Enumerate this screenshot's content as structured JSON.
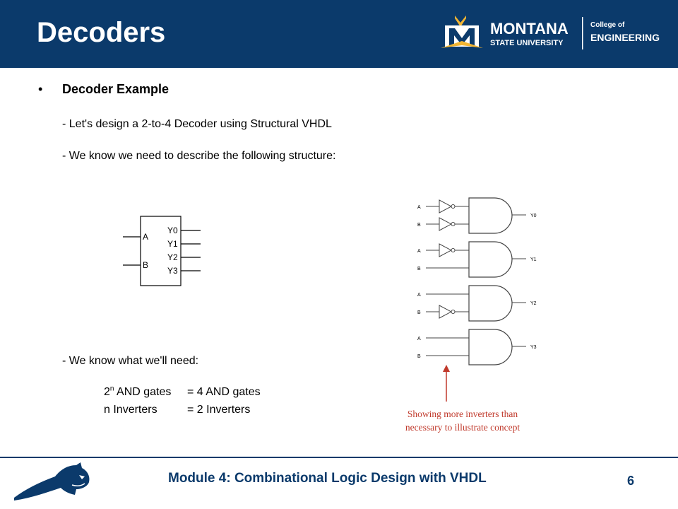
{
  "header": {
    "title": "Decoders",
    "logo": {
      "university_line1": "MONTANA",
      "university_line2": "STATE UNIVERSITY",
      "college_line1": "College of",
      "college_line2": "ENGINEERING",
      "brand_color": "#0b3a6b",
      "accent_color": "#f2b533"
    }
  },
  "content": {
    "bullet_title": "Decoder Example",
    "line1": "- Let's design a 2-to-4 Decoder using Structural VHDL",
    "line2": "- We know we need to describe the following structure:",
    "line3": "- We know what we'll need:",
    "needs": [
      {
        "base": "2",
        "sup": "n",
        "rest": " AND gates",
        "value": "= 4 AND gates"
      },
      {
        "base": "n Inverters",
        "sup": "",
        "rest": "",
        "value": "= 2 Inverters"
      }
    ]
  },
  "block_diagram": {
    "inputs": [
      "A",
      "B"
    ],
    "outputs": [
      "Y0",
      "Y1",
      "Y2",
      "Y3"
    ]
  },
  "gate_diagram": {
    "gates": [
      {
        "output": "Y0",
        "in_a": "A",
        "in_b": "B",
        "invert_a": true,
        "invert_b": true
      },
      {
        "output": "Y1",
        "in_a": "A",
        "in_b": "B",
        "invert_a": true,
        "invert_b": false
      },
      {
        "output": "Y2",
        "in_a": "A",
        "in_b": "B",
        "invert_a": false,
        "invert_b": true
      },
      {
        "output": "Y3",
        "in_a": "A",
        "in_b": "B",
        "invert_a": false,
        "invert_b": false
      }
    ]
  },
  "annotation": {
    "text": "Showing more inverters than necessary to illustrate concept",
    "color": "#c0392b"
  },
  "footer": {
    "text": "Module 4: Combinational Logic Design with VHDL",
    "page_number": "6"
  }
}
